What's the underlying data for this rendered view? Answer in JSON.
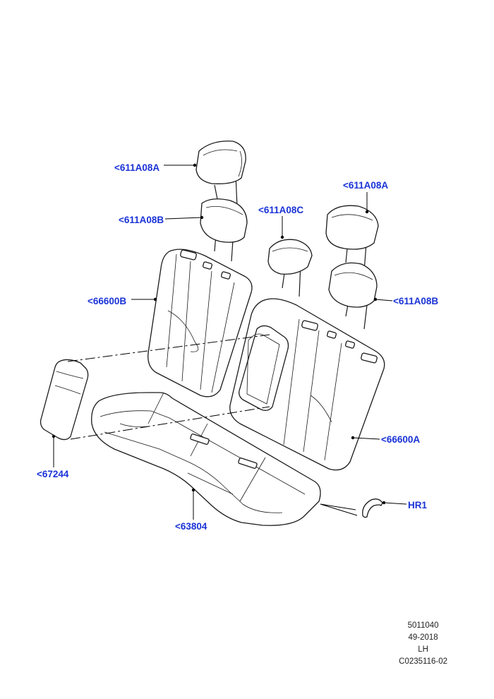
{
  "callouts": {
    "headrest_a_left": "<611A08A",
    "headrest_b_left": "<611A08B",
    "headrest_c_center": "<611A08C",
    "headrest_a_right": "<611A08A",
    "headrest_b_right": "<611A08B",
    "backrest_b": "<66600B",
    "backrest_a": "<66600A",
    "armrest": "<67244",
    "cushion": "<63804",
    "hook": "HR1"
  },
  "reference": {
    "line1": "5011040",
    "line2": "49-2018",
    "line3": "LH",
    "line4": "C0235116-02"
  },
  "colors": {
    "callout": "#1a33d6",
    "line": "#1a1a1a"
  }
}
